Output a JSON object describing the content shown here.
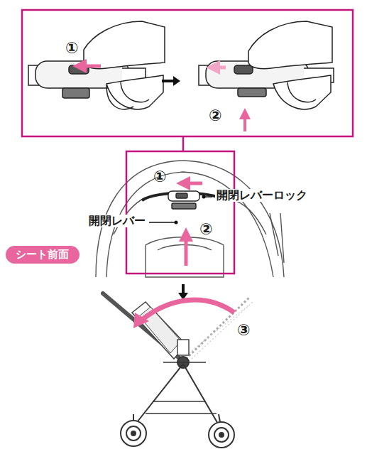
{
  "diagram": {
    "nodes": [
      {
        "text": [
          "シート前面"
        ]
      }
    ],
    "labels": [
      "①",
      "②",
      "①",
      "開閉レバーロック",
      "開閉レバー",
      "②",
      "③"
    ]
  }
}
